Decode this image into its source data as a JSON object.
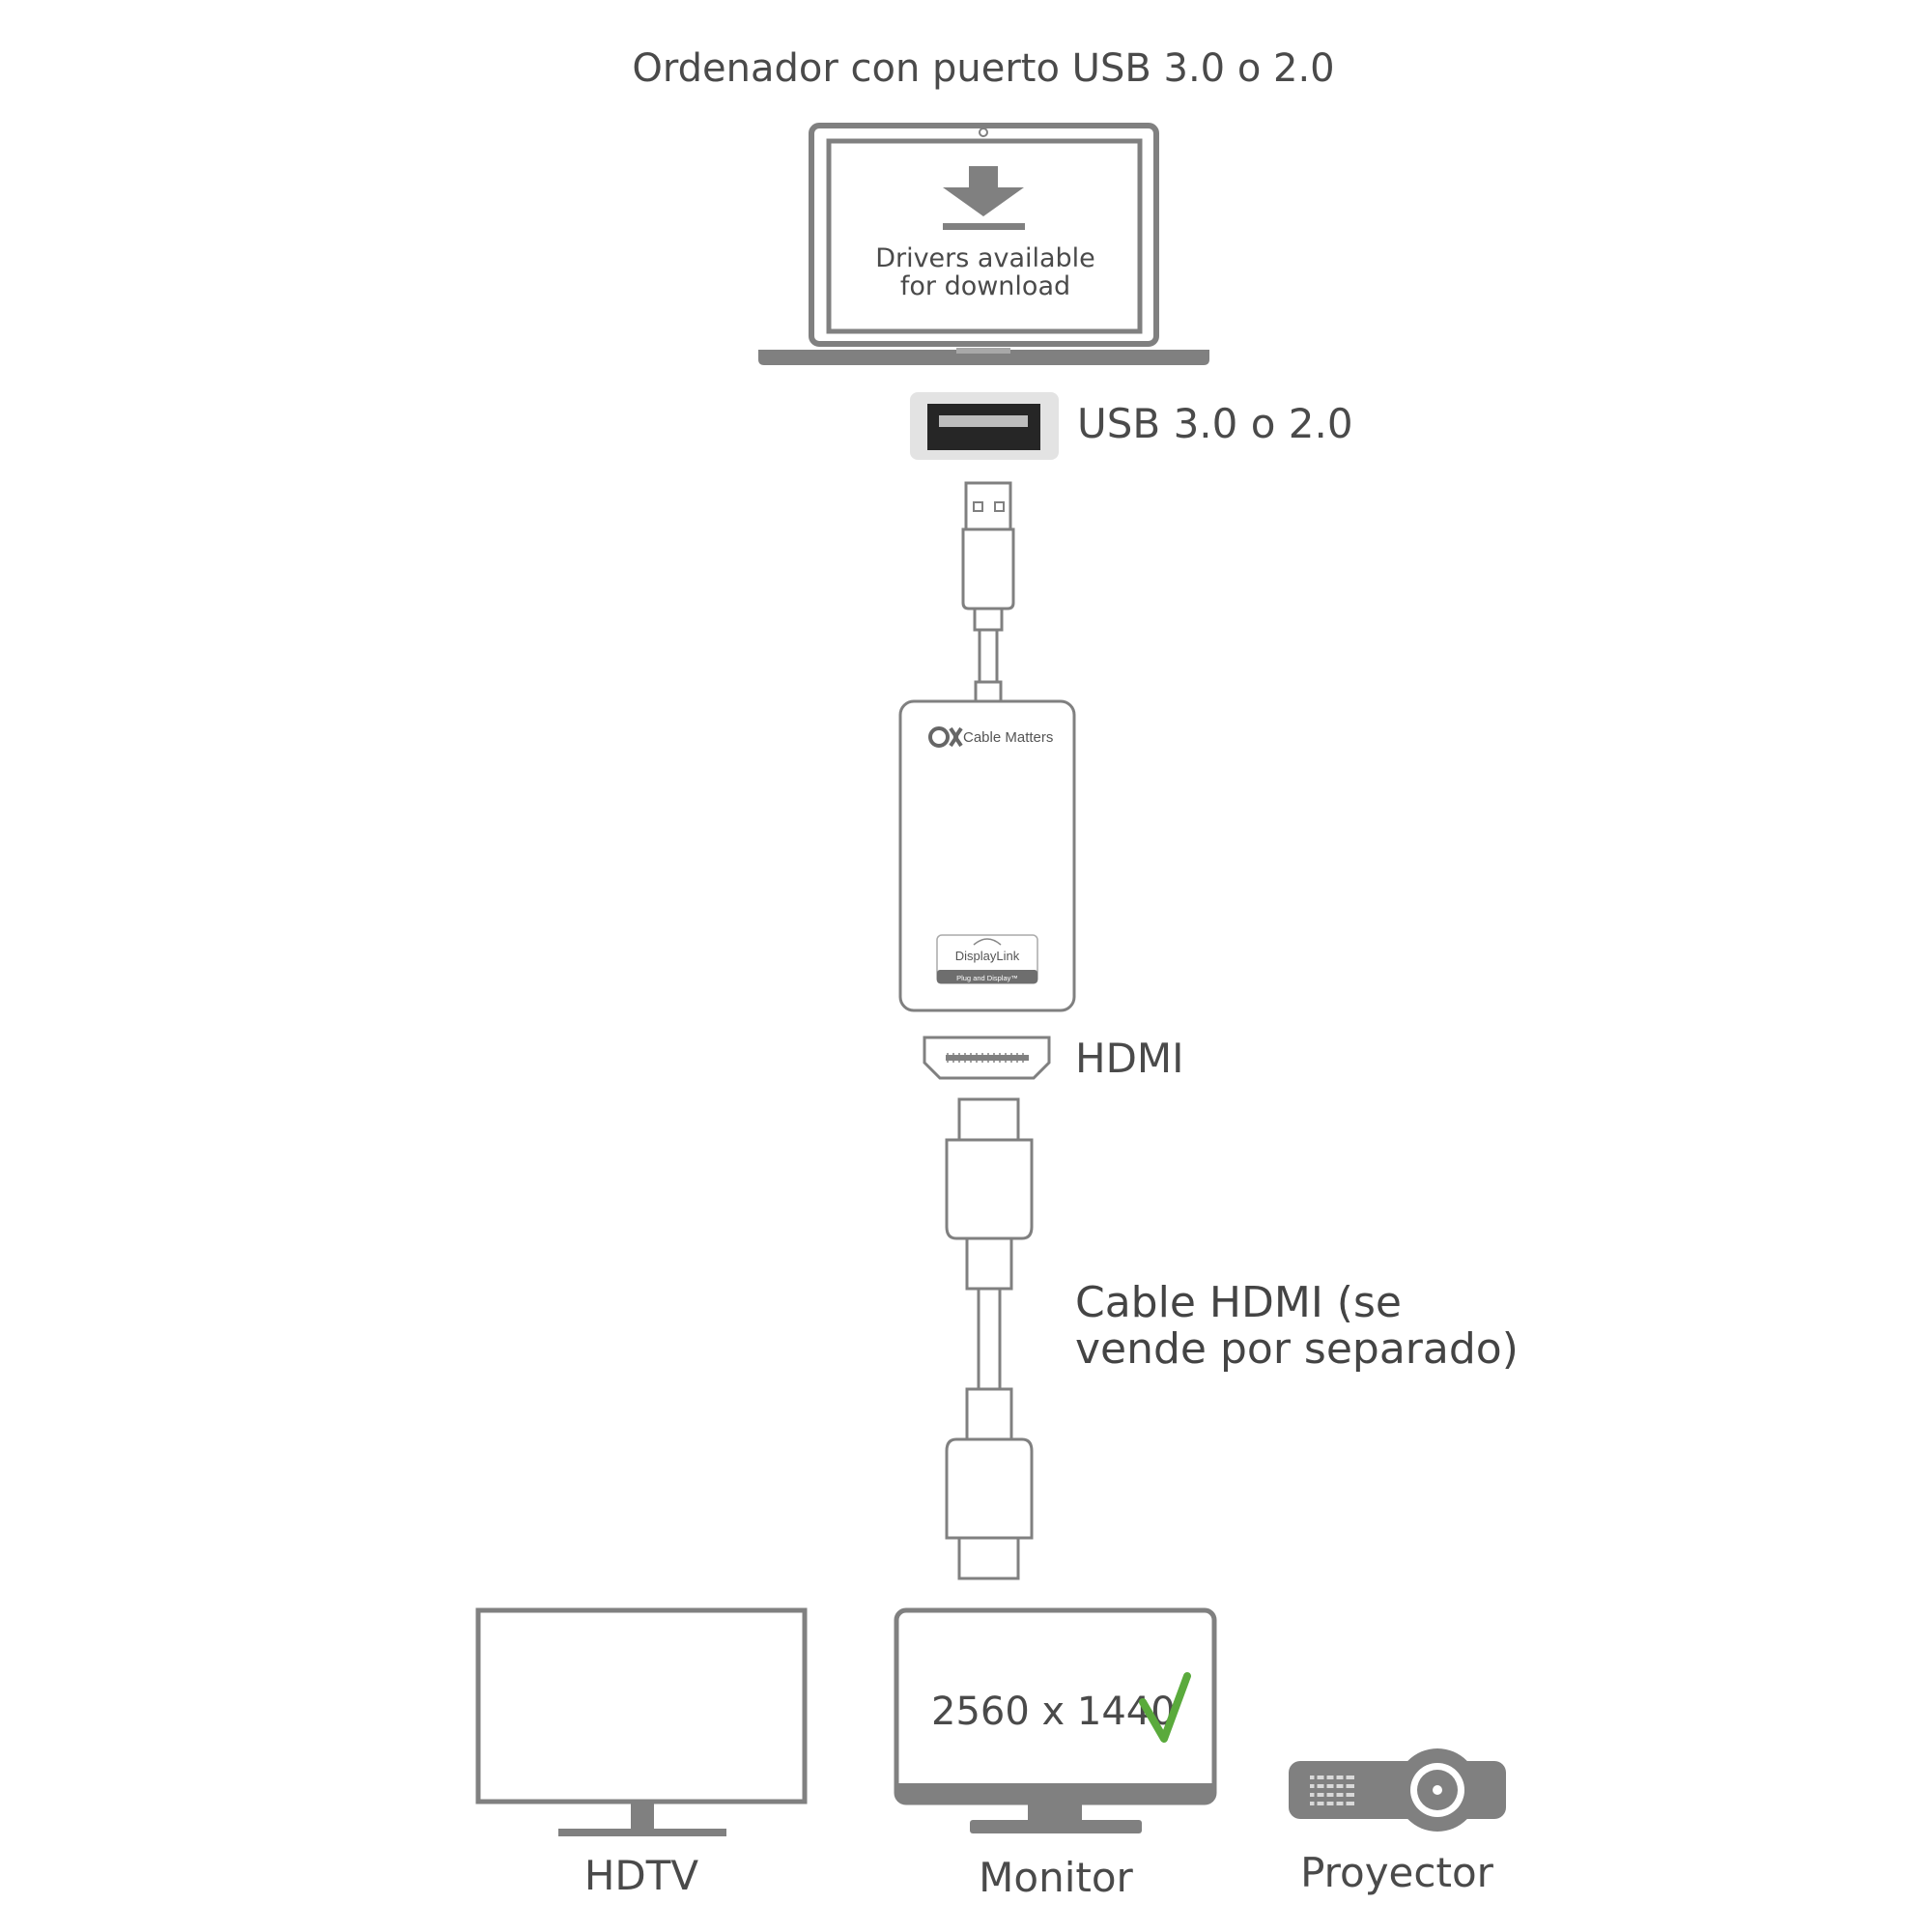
{
  "title": "Ordenador con puerto USB 3.0 o 2.0",
  "laptop": {
    "screen_line1": "Drivers available",
    "screen_line2": "for download"
  },
  "usb_port_label": "USB 3.0 o 2.0",
  "adapter": {
    "brand": "Cable Matters",
    "badge_line1": "DisplayLink",
    "badge_line2": "Plug and Display™"
  },
  "hdmi_port_label": "HDMI",
  "cable_label_line1": "Cable HDMI (se",
  "cable_label_line2": "vende por separado)",
  "devices": {
    "hdtv": "HDTV",
    "monitor": "Monitor",
    "monitor_resolution": "2560 x 1440",
    "projector": "Proyector"
  },
  "colors": {
    "outline": "#7a7a7a",
    "fill_dark": "#808080",
    "check": "#5aaa3c"
  }
}
